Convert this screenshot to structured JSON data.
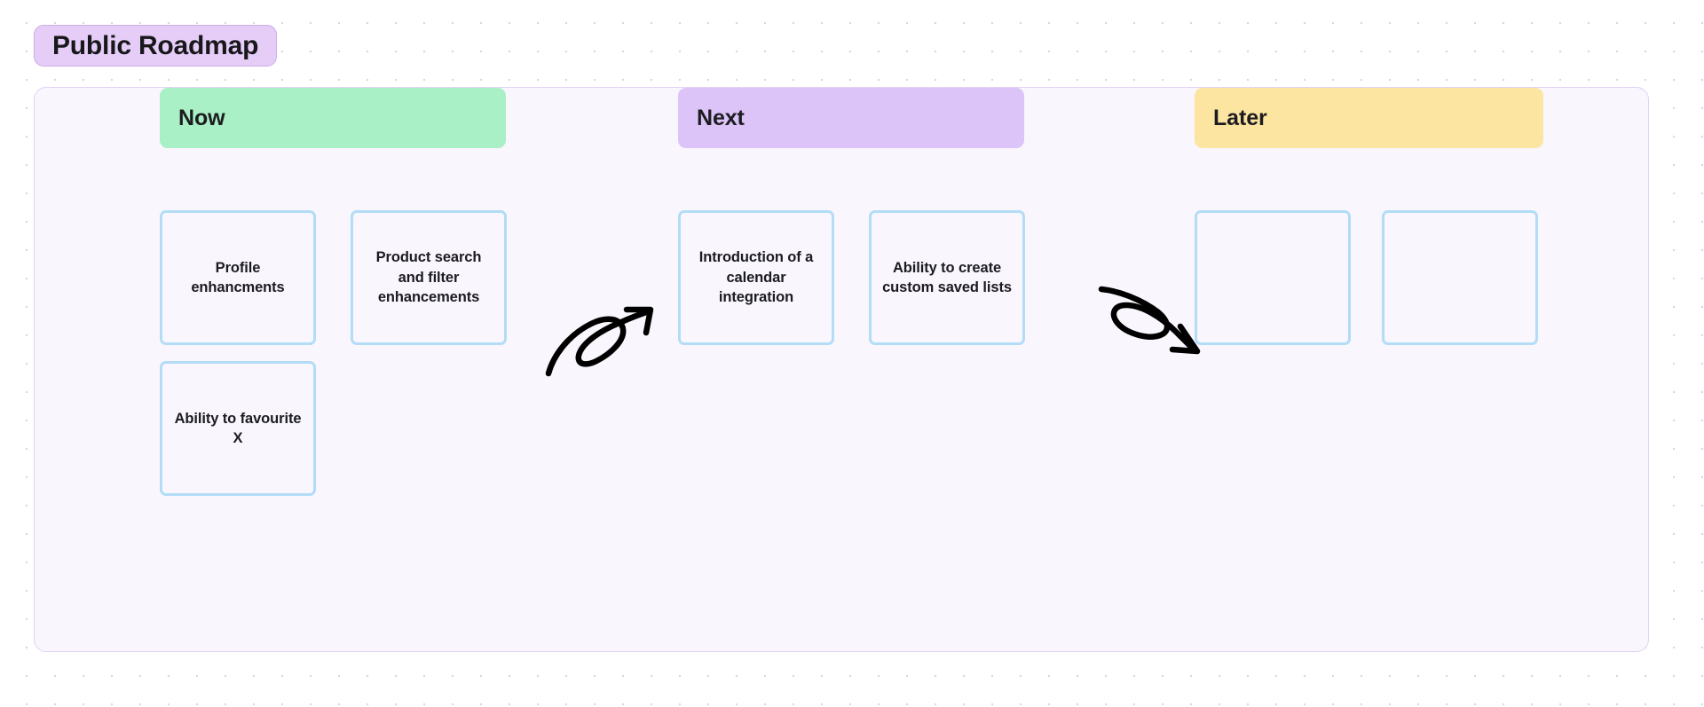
{
  "board": {
    "title": "Public Roadmap",
    "title_badge_color": "#e5cdf8",
    "frame_color": "#f9f6fd",
    "canvas_color": "#ffffff"
  },
  "columns": [
    {
      "id": "now",
      "label": "Now",
      "header_color": "#a9f0c6",
      "cards": [
        {
          "text": "Profile enhancments",
          "empty": false
        },
        {
          "text": "Product search and filter enhancements",
          "empty": false
        },
        {
          "text": "Ability to favourite X",
          "empty": false
        }
      ]
    },
    {
      "id": "next",
      "label": "Next",
      "header_color": "#dcc3f8",
      "cards": [
        {
          "text": "Introduction of a calendar integration",
          "empty": false
        },
        {
          "text": "Ability to create custom saved lists",
          "empty": false
        }
      ]
    },
    {
      "id": "later",
      "label": "Later",
      "header_color": "#fce5a0",
      "cards": [
        {
          "text": "",
          "empty": true
        },
        {
          "text": "",
          "empty": true
        }
      ]
    }
  ],
  "annotations": [
    {
      "id": "arrow-now-to-next",
      "type": "hand-drawn-arrow",
      "direction": "up-right",
      "color": "#000000"
    },
    {
      "id": "arrow-next-to-later",
      "type": "hand-drawn-arrow",
      "direction": "down-right",
      "color": "#000000"
    }
  ],
  "card_style": {
    "border_color": "#b3dcf7",
    "fill_color": "#f9f7fd"
  }
}
